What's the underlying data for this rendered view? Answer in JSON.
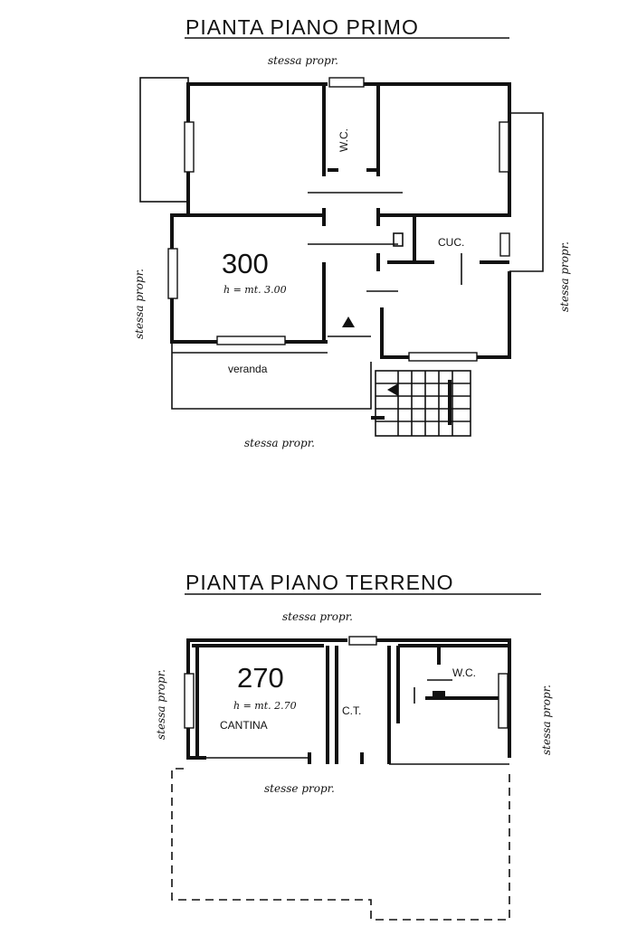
{
  "upper_plan": {
    "title": "PIANTA PIANO PRIMO",
    "neighbor_top": "stessa propr.",
    "neighbor_left": "stessa propr.",
    "neighbor_right": "stessa propr.",
    "neighbor_bottom": "stessa propr.",
    "room_wc": "W.C.",
    "room_kitchen": "CUC.",
    "room_veranda": "veranda",
    "area": "300",
    "height": "h = mt. 3.00"
  },
  "ground_plan": {
    "title": "PIANTA PIANO TERRENO",
    "neighbor_top": "stessa propr.",
    "neighbor_left": "stessa propr.",
    "neighbor_right": "stessa propr.",
    "neighbor_bottom": "stesse propr.",
    "area": "270",
    "height": "h = mt. 2.70",
    "room_cellar": "CANTINA",
    "room_ct": "C.T.",
    "room_wc": "W.C."
  }
}
